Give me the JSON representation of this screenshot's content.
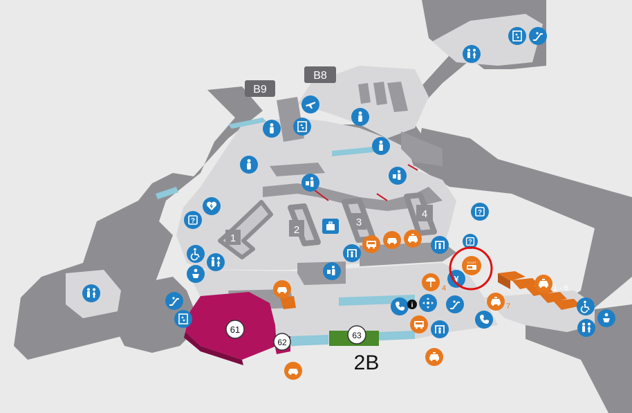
{
  "gates": {
    "b9": "B9",
    "b8": "B8",
    "g61": "61",
    "g62": "62",
    "g63": "63"
  },
  "terminal_label": "2B",
  "belts": [
    "1",
    "2",
    "3",
    "4"
  ],
  "orange_labels": {
    "four": "4",
    "seven": "7",
    "one_six": "1 - 6",
    "ticket": "TICKET"
  },
  "colors": {
    "wall": "#8e8e92",
    "floor": "#d7d7d9",
    "service_blue": "#1f7fc4",
    "transport_orange": "#e8781e",
    "gate_magenta": "#b0125e",
    "gate_green": "#4a8a2a",
    "glass_teal": "#7fc4d8",
    "highlight_red": "#e01010"
  },
  "icons": {
    "blue": [
      "restroom-icon",
      "elevator-icon",
      "escalator-icon",
      "person-icon",
      "customs-icon",
      "info-icon",
      "accessible-icon",
      "baby-change-icon",
      "defibrillator-icon",
      "phone-icon",
      "meeting-point-icon",
      "baggage-icon",
      "security-icon",
      "currency-exchange-icon"
    ],
    "orange": [
      "bus-icon",
      "taxi-icon",
      "shuttle-icon",
      "car-rental-icon",
      "beach-icon",
      "ticket-icon",
      "train-icon"
    ]
  }
}
